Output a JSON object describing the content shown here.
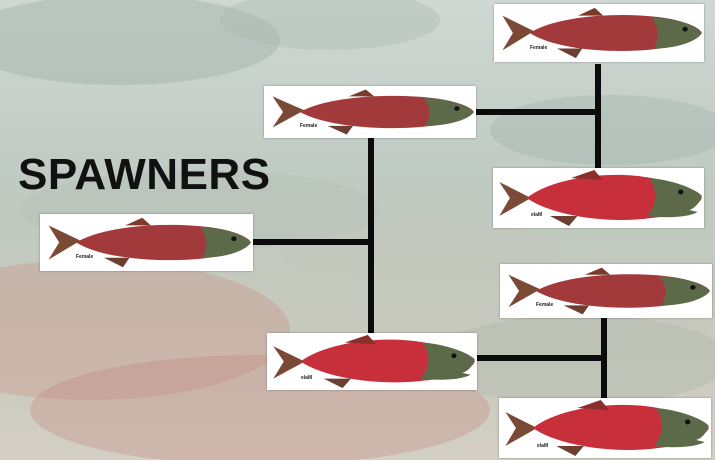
{
  "title": "SPAWNERS",
  "colors": {
    "connector": "#0b0b0b",
    "female_body": "#a23a3c",
    "male_body": "#c72f3a",
    "head": "#5c6a4a",
    "background": "#c5cdc6"
  },
  "fish": [
    {
      "id": "root",
      "sex": "Female",
      "label": "Female",
      "icon": "sockeye-salmon-female"
    },
    {
      "id": "gen1-top",
      "sex": "Female",
      "label": "Female",
      "icon": "sockeye-salmon-female"
    },
    {
      "id": "gen1-bottom",
      "sex": "Male",
      "label": "elaM",
      "icon": "sockeye-salmon-male"
    },
    {
      "id": "gen2-1",
      "sex": "Female",
      "label": "Female",
      "icon": "sockeye-salmon-female"
    },
    {
      "id": "gen2-2",
      "sex": "Male",
      "label": "elaM",
      "icon": "sockeye-salmon-male"
    },
    {
      "id": "gen2-3",
      "sex": "Female",
      "label": "Female",
      "icon": "sockeye-salmon-female"
    },
    {
      "id": "gen2-4",
      "sex": "Male",
      "label": "elaM",
      "icon": "sockeye-salmon-male"
    }
  ]
}
